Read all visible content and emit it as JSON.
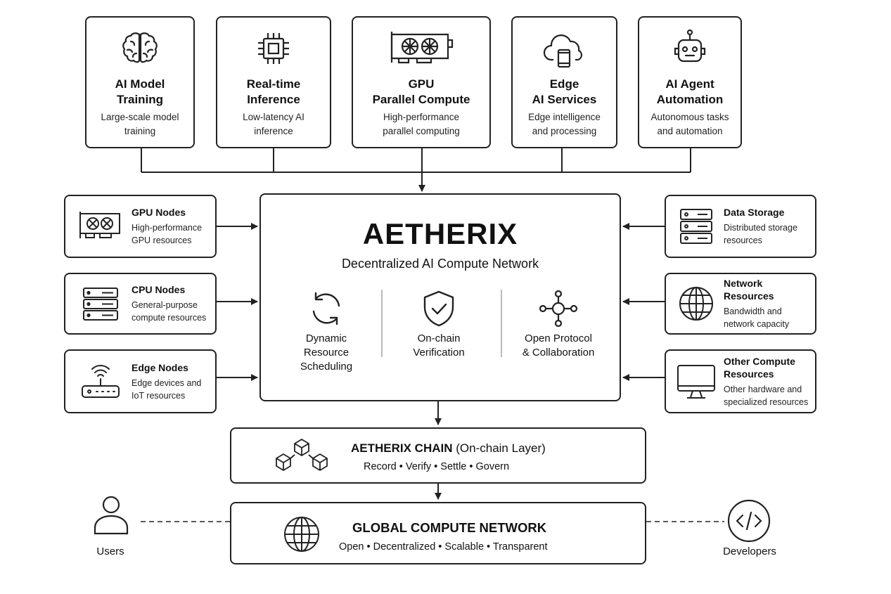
{
  "top_cards": [
    {
      "title": "AI Model\nTraining",
      "desc": "Large-scale model\ntraining",
      "icon": "brain-icon"
    },
    {
      "title": "Real-time\nInference",
      "desc": "Low-latency AI\ninference",
      "icon": "chip-icon"
    },
    {
      "title": "GPU\nParallel Compute",
      "desc": "High-performance\nparallel computing",
      "icon": "gpu-icon"
    },
    {
      "title": "Edge\nAI Services",
      "desc": "Edge intelligence\nand processing",
      "icon": "cloud-device-icon"
    },
    {
      "title": "AI Agent\nAutomation",
      "desc": "Autonomous tasks\nand automation",
      "icon": "robot-icon"
    }
  ],
  "left_cards": [
    {
      "title": "GPU Nodes",
      "desc": "High-performance\nGPU resources",
      "icon": "gpu-icon"
    },
    {
      "title": "CPU Nodes",
      "desc": "General-purpose\ncompute resources",
      "icon": "server-icon"
    },
    {
      "title": "Edge Nodes",
      "desc": "Edge devices and\nIoT resources",
      "icon": "router-icon"
    }
  ],
  "right_cards": [
    {
      "title": "Data Storage",
      "desc": "Distributed storage\nresources",
      "icon": "storage-icon"
    },
    {
      "title": "Network Resources",
      "desc": "Bandwidth and\nnetwork capacity",
      "icon": "globe-icon"
    },
    {
      "title": "Other Compute\nResources",
      "desc": "Other hardware and\nspecialized resources",
      "icon": "monitor-icon"
    }
  ],
  "center": {
    "title": "AETHERIX",
    "subtitle": "Decentralized AI Compute Network",
    "features": [
      {
        "label": "Dynamic\nResource\nScheduling",
        "icon": "refresh-icon"
      },
      {
        "label": "On-chain\nVerification",
        "icon": "shield-check-icon"
      },
      {
        "label": "Open Protocol\n& Collaboration",
        "icon": "network-node-icon"
      }
    ]
  },
  "chain": {
    "title": "AETHERIX CHAIN",
    "title_suffix": "(On-chain Layer)",
    "tagline": "Record • Verify • Settle • Govern",
    "icon": "blocks-icon"
  },
  "global": {
    "title": "GLOBAL COMPUTE NETWORK",
    "tagline": "Open • Decentralized • Scalable • Transparent",
    "icon": "globe-icon"
  },
  "users_label": "Users",
  "developers_label": "Developers"
}
